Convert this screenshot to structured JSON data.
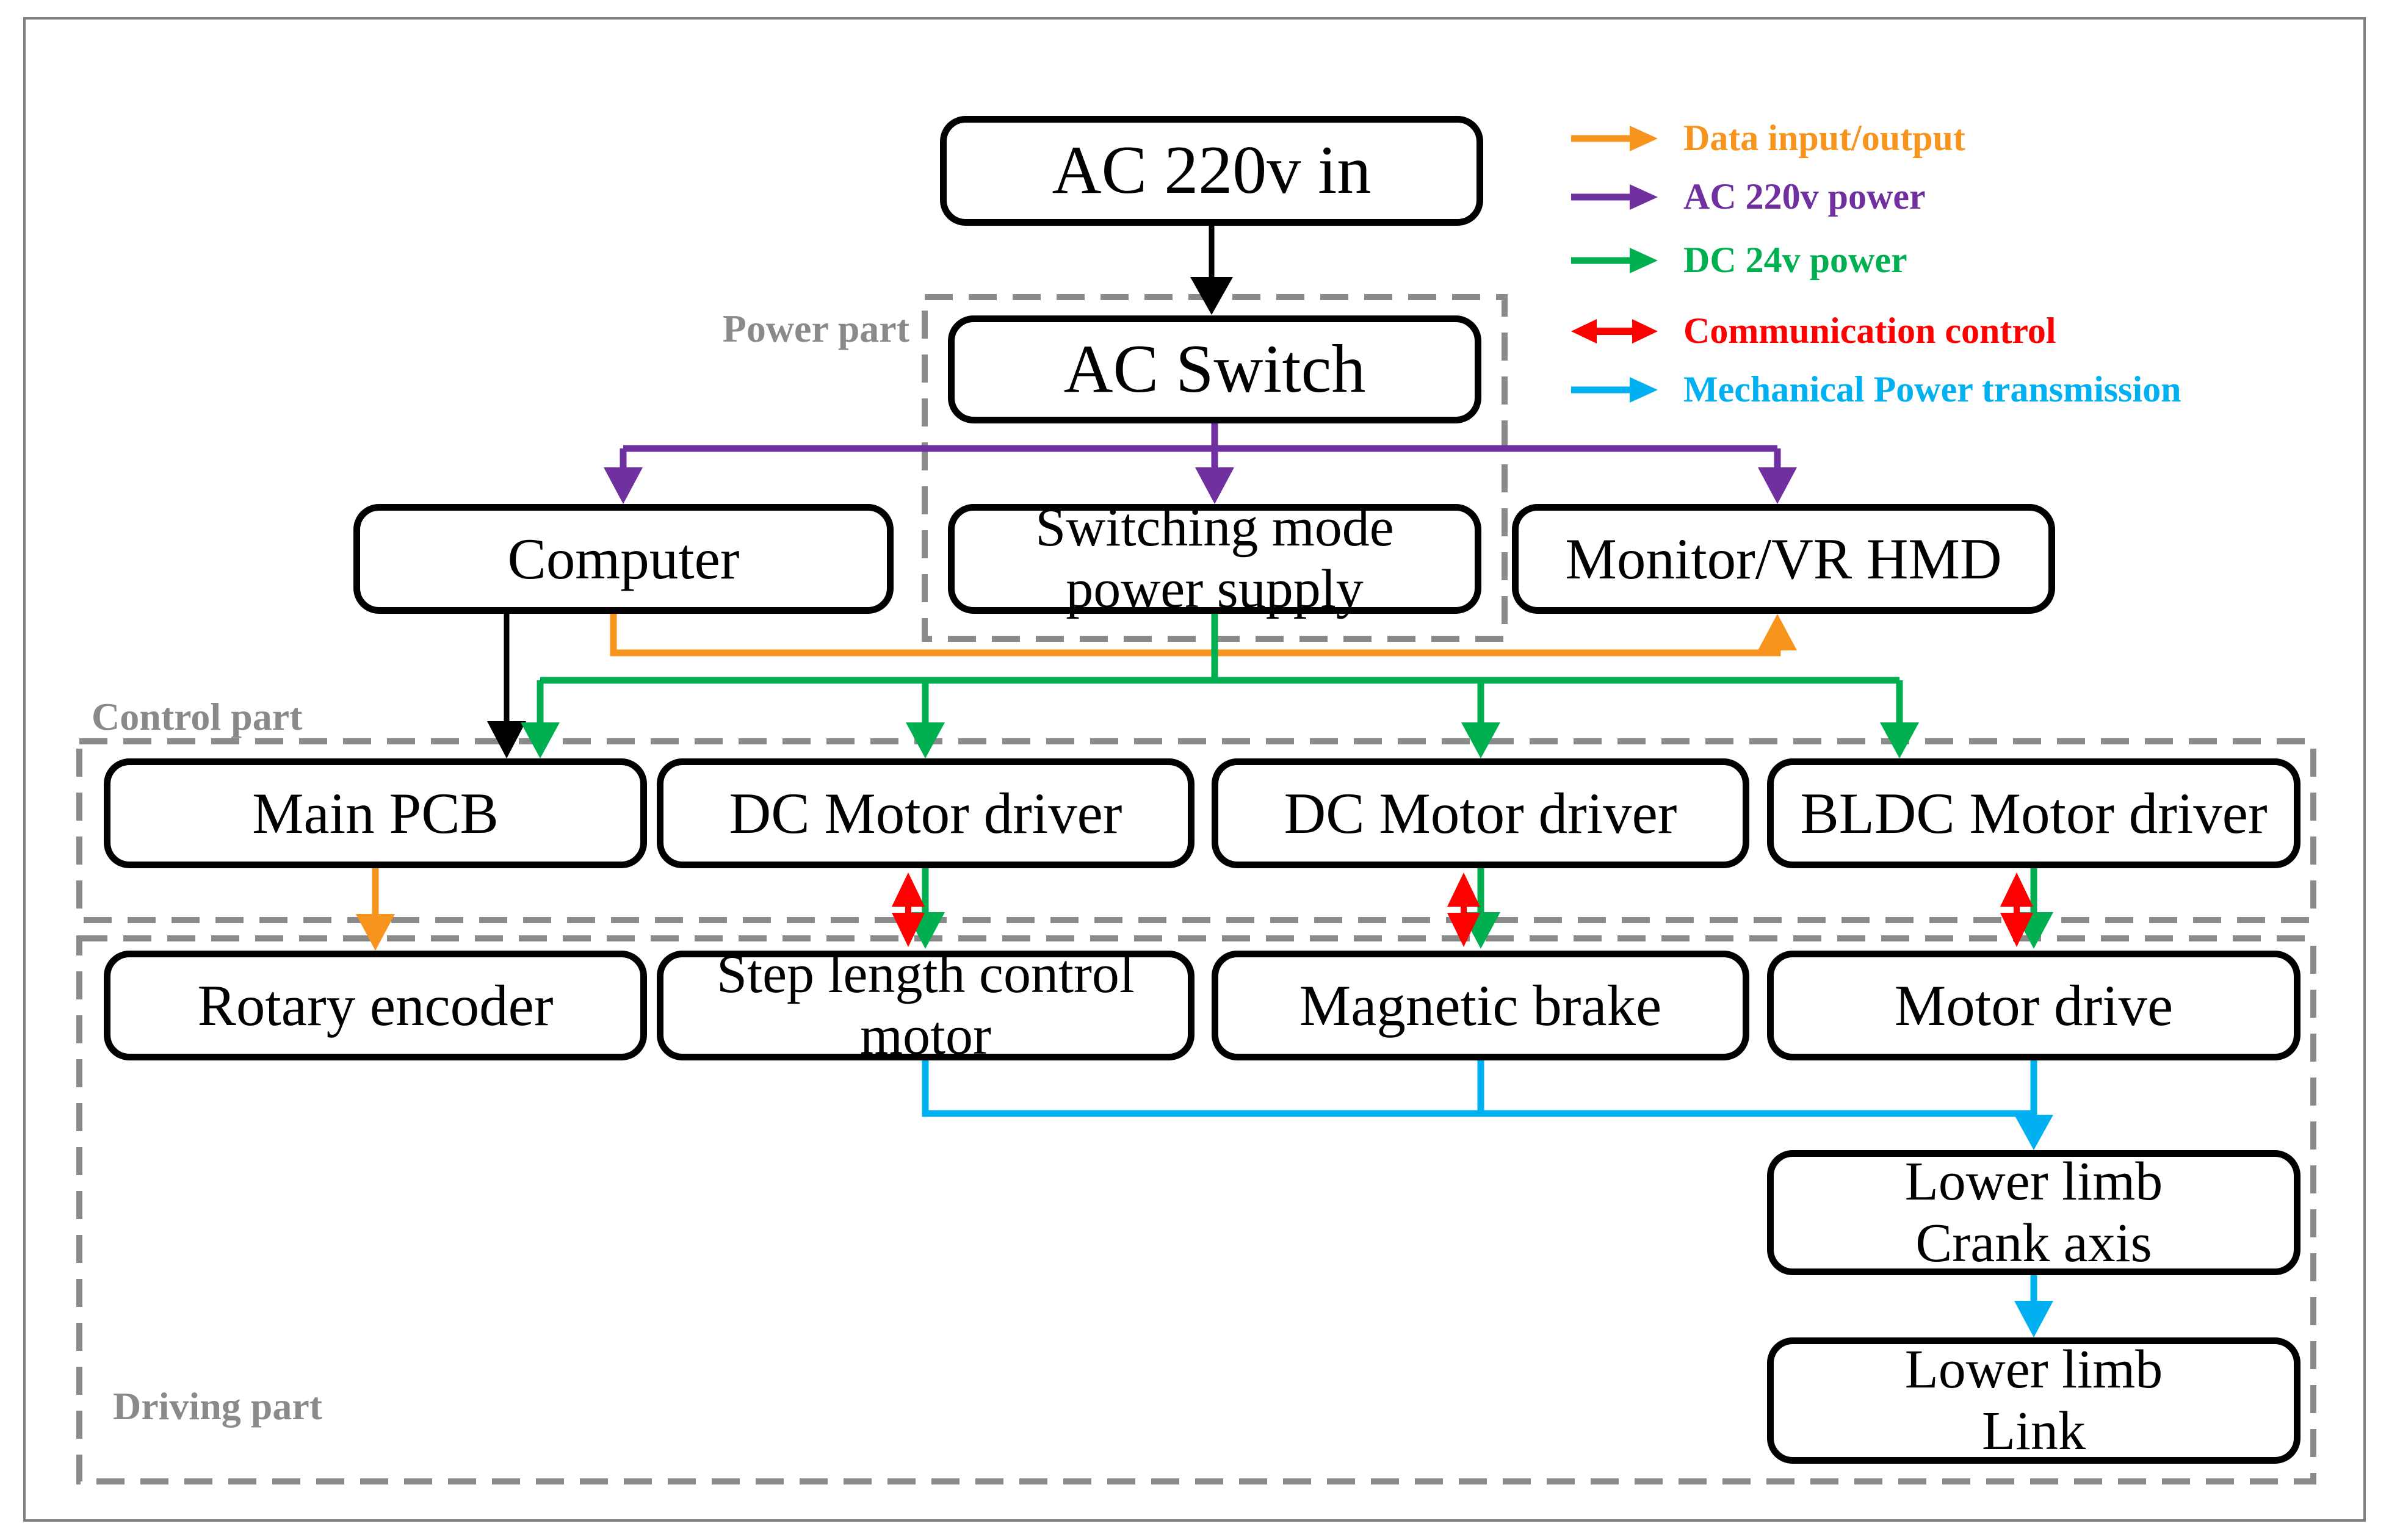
{
  "colors": {
    "orange": "#F7941D",
    "purple": "#7030A0",
    "green": "#00B050",
    "red": "#FF0000",
    "cyan": "#00B0F0",
    "gray": "#8A8A8A",
    "black": "#000000"
  },
  "groups": {
    "power": "Power part",
    "control": "Control part",
    "driving": "Driving part"
  },
  "nodes": {
    "ac_in": "AC 220v in",
    "ac_switch": "AC Switch",
    "computer": "Computer",
    "smps": "Switching mode\npower supply",
    "monitor": "Monitor/VR HMD",
    "main_pcb": "Main PCB",
    "dc_driver_1": "DC Motor driver",
    "dc_driver_2": "DC Motor driver",
    "bldc_driver": "BLDC Motor driver",
    "rotary_encoder": "Rotary encoder",
    "step_motor": "Step length control\nmotor",
    "magnetic_brake": "Magnetic brake",
    "motor_drive": "Motor drive",
    "crank_axis": "Lower limb\nCrank axis",
    "link": "Lower limb\nLink"
  },
  "legend": {
    "items": [
      {
        "label": "Data input/output",
        "color": "orange",
        "double": false
      },
      {
        "label": "AC 220v power",
        "color": "purple",
        "double": false
      },
      {
        "label": "DC 24v power",
        "color": "green",
        "double": false
      },
      {
        "label": "Communication control",
        "color": "red",
        "double": true
      },
      {
        "label": "Mechanical Power transmission",
        "color": "cyan",
        "double": false
      }
    ]
  }
}
